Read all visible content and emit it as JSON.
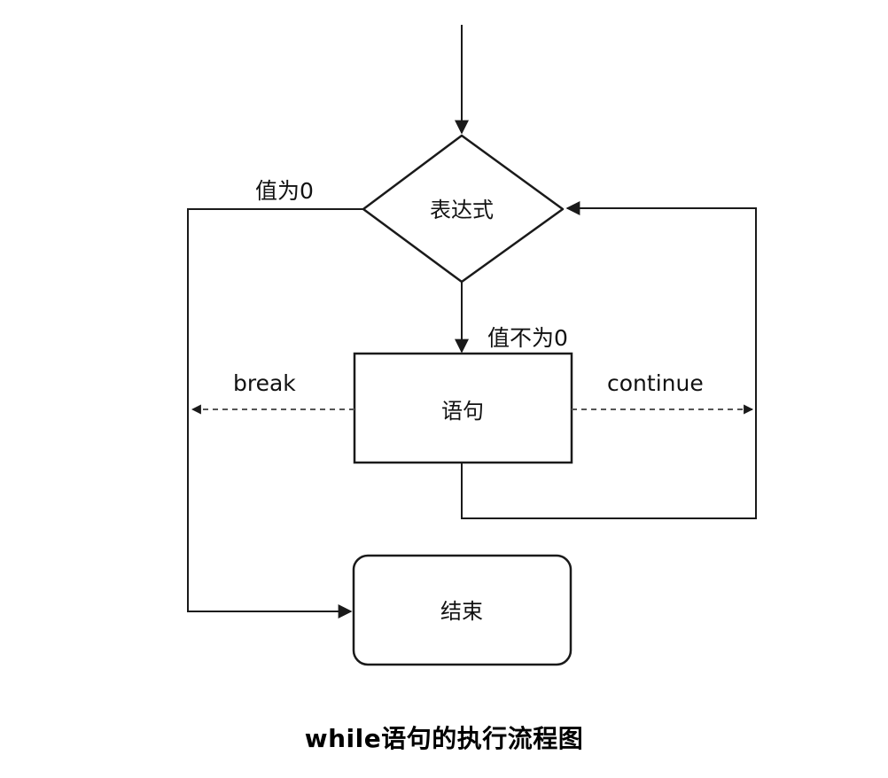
{
  "nodes": {
    "condition": "表达式",
    "statement": "语句",
    "end": "结束"
  },
  "edges": {
    "false_label": "值为0",
    "true_label": "值不为0",
    "break_label": "break",
    "continue_label": "continue"
  },
  "caption": "while语句的执行流程图",
  "colors": {
    "line": "#1a1a1a",
    "dashed": "#555555"
  }
}
